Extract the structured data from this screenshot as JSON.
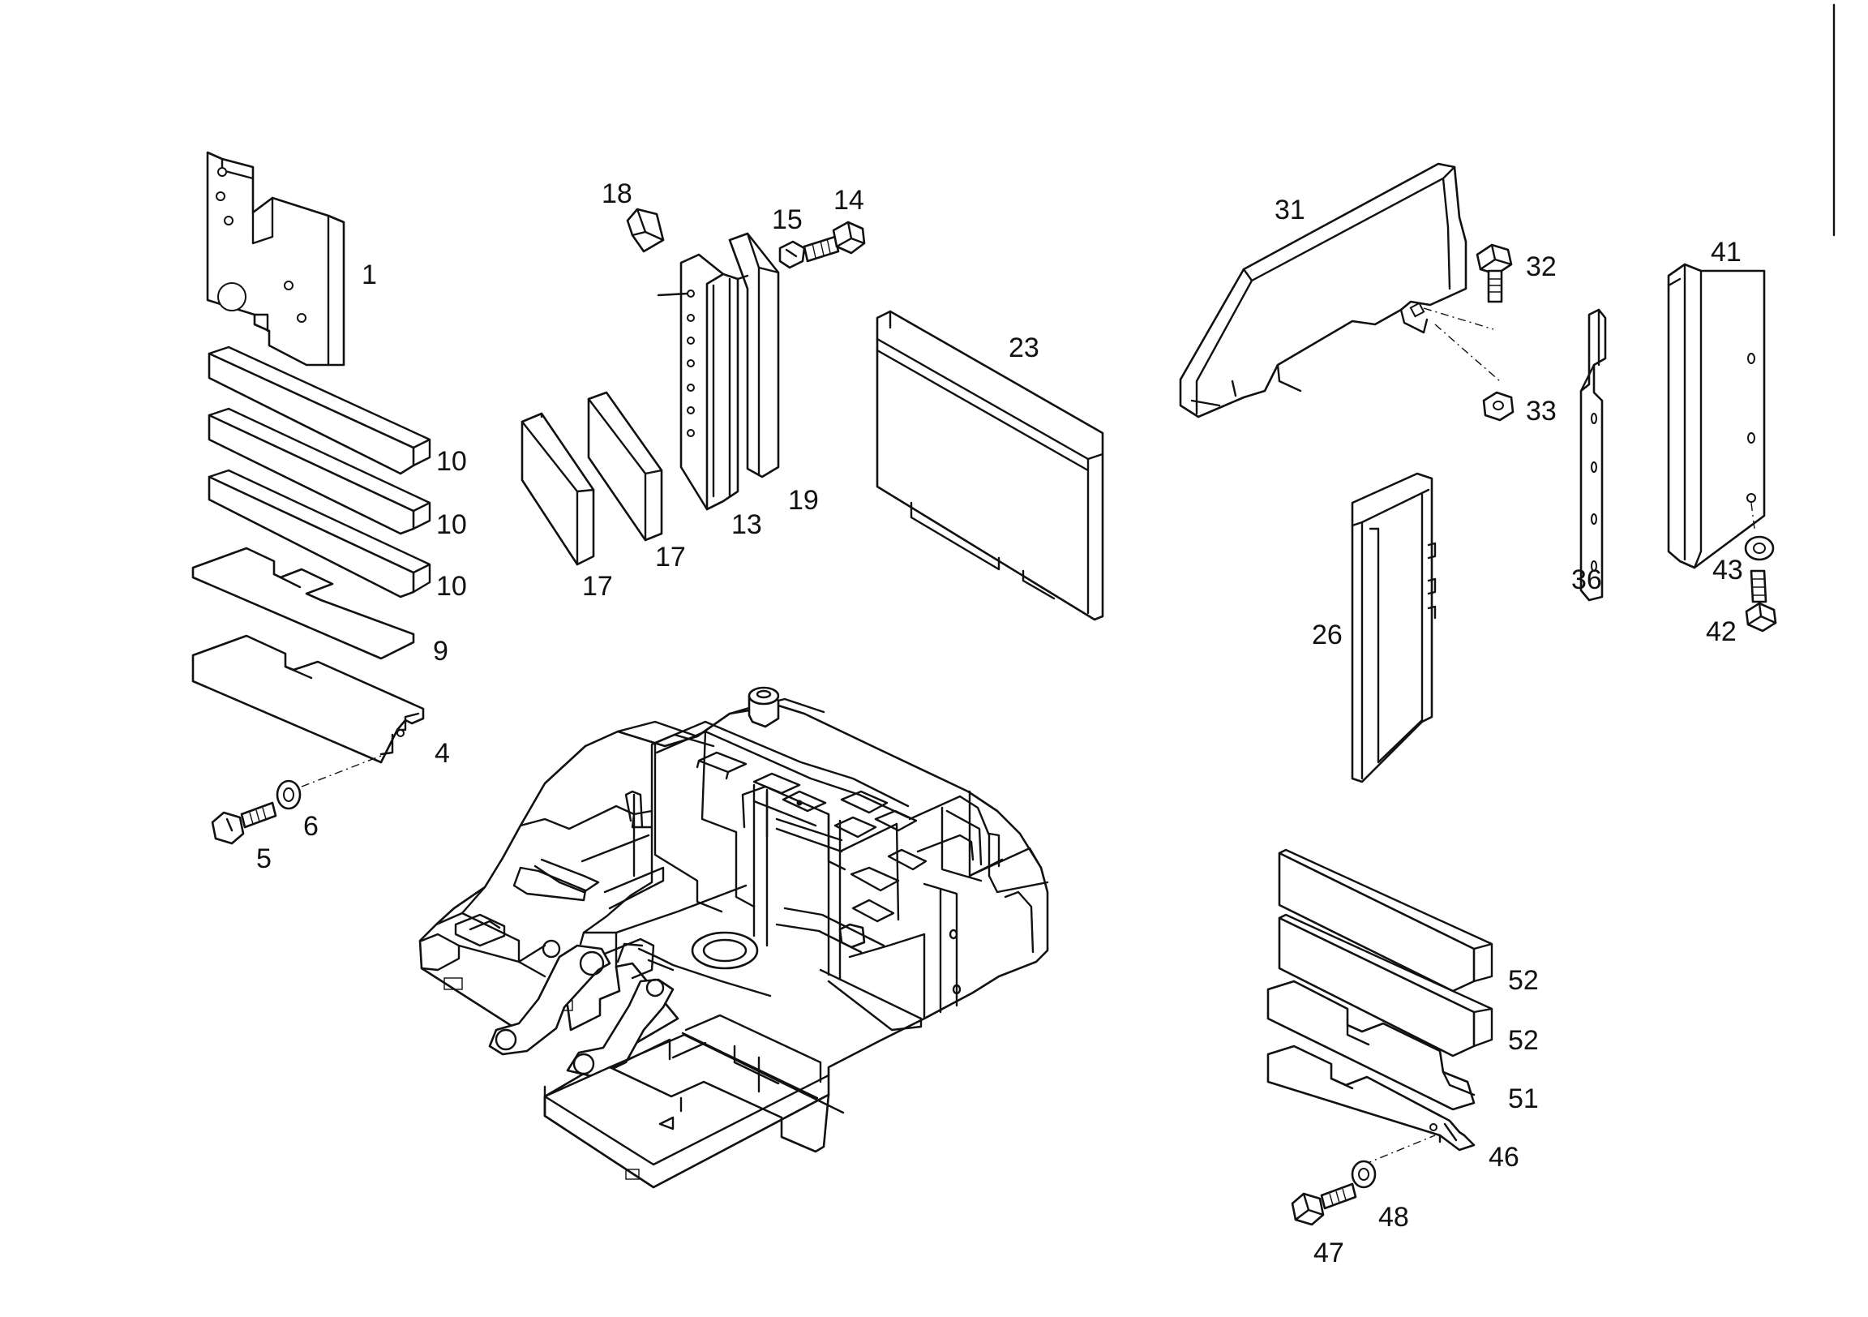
{
  "labels": {
    "p1": "1",
    "p4": "4",
    "p5": "5",
    "p6": "6",
    "p9": "9",
    "p10a": "10",
    "p10b": "10",
    "p10c": "10",
    "p13": "13",
    "p14": "14",
    "p15": "15",
    "p17a": "17",
    "p17b": "17",
    "p18": "18",
    "p19": "19",
    "p23": "23",
    "p26": "26",
    "p31": "31",
    "p32": "32",
    "p33": "33",
    "p36": "36",
    "p41": "41",
    "p42": "42",
    "p43": "43",
    "p46": "46",
    "p47": "47",
    "p48": "48",
    "p51": "51",
    "p52a": "52",
    "p52b": "52"
  }
}
